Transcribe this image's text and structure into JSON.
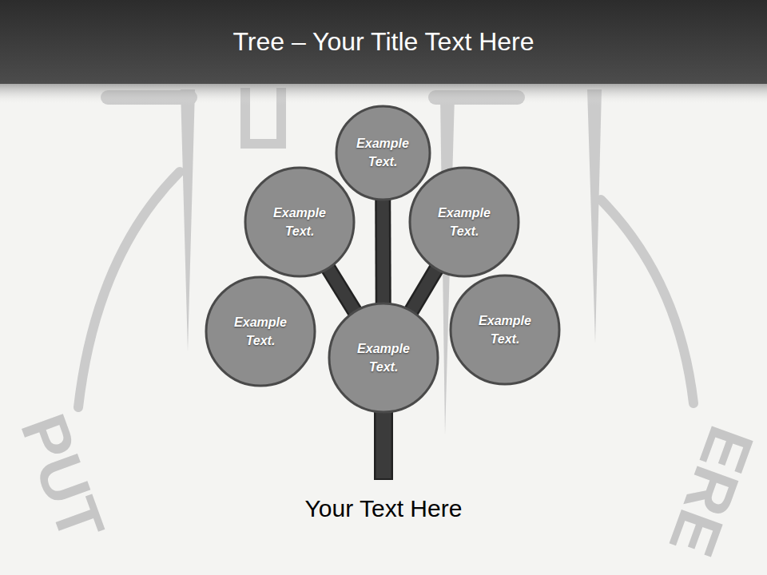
{
  "diagram": {
    "title": "Tree – Your Title Text Here",
    "caption": "Your Text Here",
    "nodes": [
      {
        "text": [
          "Example Text."
        ]
      },
      {
        "text": [
          "Example Text."
        ]
      },
      {
        "text": [
          "Example Text."
        ]
      },
      {
        "text": [
          "Example Text."
        ]
      },
      {
        "text": [
          "Example Text."
        ]
      },
      {
        "text": [
          "Example Text."
        ]
      }
    ],
    "edges": [
      {
        "from": 4,
        "to": 0,
        "arrow": "none"
      },
      {
        "from": 4,
        "to": 1,
        "arrow": "none"
      },
      {
        "from": 4,
        "to": 2,
        "arrow": "none"
      }
    ],
    "labels": [
      "PUT",
      "ERE"
    ]
  }
}
